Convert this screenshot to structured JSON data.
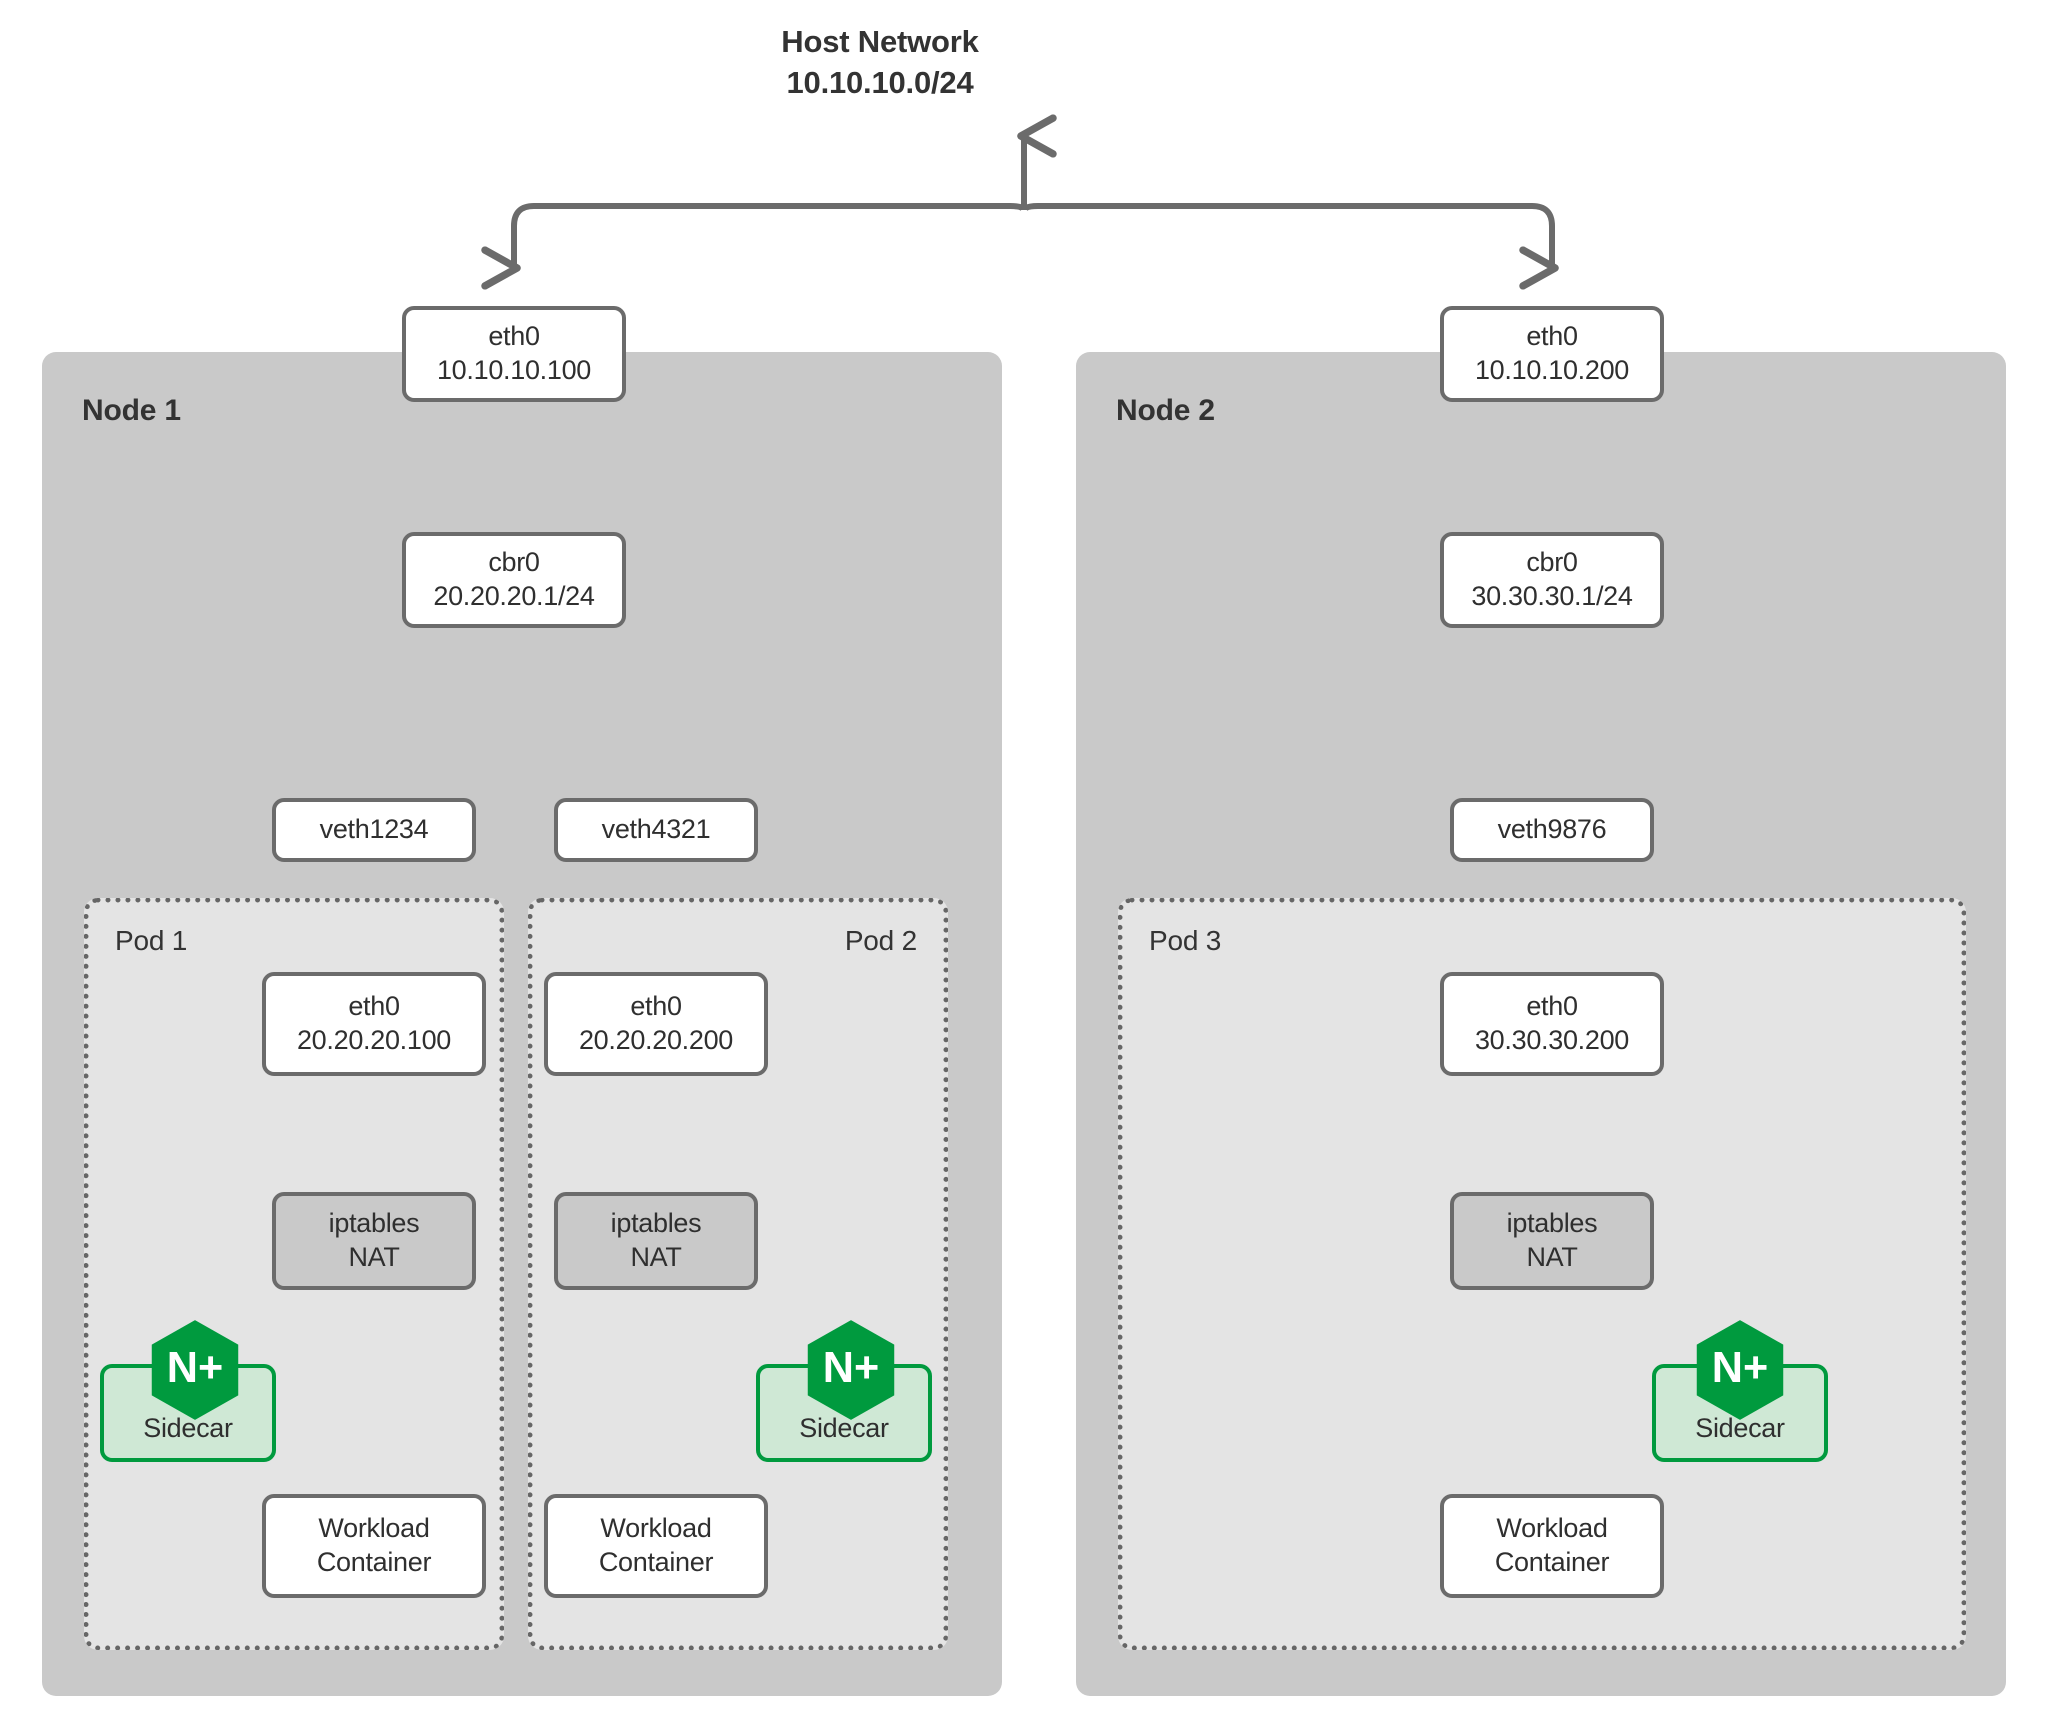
{
  "diagram": {
    "title": "Host Network",
    "subtitle": "10.10.10.0/24",
    "colors": {
      "node_bg": "#c9c9c9",
      "pod_bg": "#e4e4e4",
      "box_border": "#6b6b6b",
      "nat_fill": "#c9c9c9",
      "sidecar_fill": "#cfe8d5",
      "sidecar_border": "#009a3e",
      "nginx_green": "#009a3e",
      "text": "#333333",
      "connector": "#6b6b6b"
    }
  },
  "host": {
    "label_line1": "Host Network",
    "label_line2": "10.10.10.0/24"
  },
  "nodes": [
    {
      "label": "Node 1",
      "eth0": {
        "line1": "eth0",
        "line2": "10.10.10.100"
      },
      "bridge": {
        "line1": "cbr0",
        "line2": "20.20.20.1/24"
      },
      "veths": [
        {
          "label": "veth1234"
        },
        {
          "label": "veth4321"
        }
      ],
      "pods": [
        {
          "label": "Pod 1",
          "label_align": "left",
          "eth0": {
            "line1": "eth0",
            "line2": "20.20.20.100"
          },
          "nat": {
            "line1": "iptables",
            "line2": "NAT"
          },
          "sidecar": {
            "label": "Sidecar",
            "logo": "nginx-plus-hex-icon",
            "logo_text": "N+"
          },
          "workload": {
            "line1": "Workload",
            "line2": "Container"
          }
        },
        {
          "label": "Pod 2",
          "label_align": "right",
          "eth0": {
            "line1": "eth0",
            "line2": "20.20.20.200"
          },
          "nat": {
            "line1": "iptables",
            "line2": "NAT"
          },
          "sidecar": {
            "label": "Sidecar",
            "logo": "nginx-plus-hex-icon",
            "logo_text": "N+"
          },
          "workload": {
            "line1": "Workload",
            "line2": "Container"
          }
        }
      ]
    },
    {
      "label": "Node 2",
      "eth0": {
        "line1": "eth0",
        "line2": "10.10.10.200"
      },
      "bridge": {
        "line1": "cbr0",
        "line2": "30.30.30.1/24"
      },
      "veths": [
        {
          "label": "veth9876"
        }
      ],
      "pods": [
        {
          "label": "Pod 3",
          "label_align": "left",
          "eth0": {
            "line1": "eth0",
            "line2": "30.30.30.200"
          },
          "nat": {
            "line1": "iptables",
            "line2": "NAT"
          },
          "sidecar": {
            "label": "Sidecar",
            "logo": "nginx-plus-hex-icon",
            "logo_text": "N+"
          },
          "workload": {
            "line1": "Workload",
            "line2": "Container"
          }
        }
      ]
    }
  ]
}
